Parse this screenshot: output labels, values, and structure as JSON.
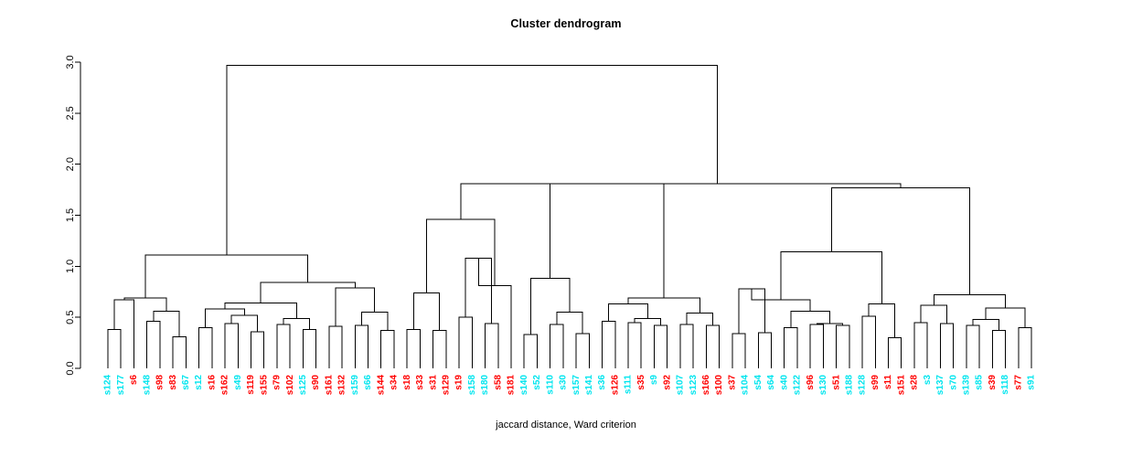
{
  "plot": {
    "title": "Cluster dendrogram",
    "xlabel": "jaccard distance, Ward criterion"
  },
  "chart_data": {
    "type": "dendrogram",
    "title": "Cluster dendrogram",
    "xlabel": "jaccard distance, Ward criterion",
    "ylabel": "",
    "ylim": [
      0.0,
      3.0
    ],
    "yticks": [
      "0.0",
      "0.5",
      "1.0",
      "1.5",
      "2.0",
      "2.5",
      "3.0"
    ],
    "ytick_values": [
      0.0,
      0.5,
      1.0,
      1.5,
      2.0,
      2.5,
      3.0
    ],
    "grid": false,
    "legend": "none",
    "label_colors": {
      "cyan": "#00e5ee",
      "red": "#ff0000"
    },
    "leaves": [
      {
        "label": "s124",
        "color": "cyan"
      },
      {
        "label": "s177",
        "color": "cyan"
      },
      {
        "label": "s6",
        "color": "red"
      },
      {
        "label": "s148",
        "color": "cyan"
      },
      {
        "label": "s98",
        "color": "red"
      },
      {
        "label": "s83",
        "color": "red"
      },
      {
        "label": "s67",
        "color": "cyan"
      },
      {
        "label": "s12",
        "color": "cyan"
      },
      {
        "label": "s16",
        "color": "red"
      },
      {
        "label": "s162",
        "color": "red"
      },
      {
        "label": "s49",
        "color": "cyan"
      },
      {
        "label": "s119",
        "color": "red"
      },
      {
        "label": "s155",
        "color": "red"
      },
      {
        "label": "s79",
        "color": "red"
      },
      {
        "label": "s102",
        "color": "red"
      },
      {
        "label": "s125",
        "color": "cyan"
      },
      {
        "label": "s90",
        "color": "red"
      },
      {
        "label": "s161",
        "color": "red"
      },
      {
        "label": "s132",
        "color": "red"
      },
      {
        "label": "s159",
        "color": "cyan"
      },
      {
        "label": "s66",
        "color": "cyan"
      },
      {
        "label": "s144",
        "color": "red"
      },
      {
        "label": "s34",
        "color": "red"
      },
      {
        "label": "s18",
        "color": "red"
      },
      {
        "label": "s33",
        "color": "red"
      },
      {
        "label": "s31",
        "color": "red"
      },
      {
        "label": "s129",
        "color": "red"
      },
      {
        "label": "s19",
        "color": "red"
      },
      {
        "label": "s158",
        "color": "cyan"
      },
      {
        "label": "s180",
        "color": "cyan"
      },
      {
        "label": "s58",
        "color": "red"
      },
      {
        "label": "s181",
        "color": "red"
      },
      {
        "label": "s140",
        "color": "cyan"
      },
      {
        "label": "s52",
        "color": "cyan"
      },
      {
        "label": "s110",
        "color": "cyan"
      },
      {
        "label": "s30",
        "color": "cyan"
      },
      {
        "label": "s157",
        "color": "cyan"
      },
      {
        "label": "s141",
        "color": "cyan"
      },
      {
        "label": "s36",
        "color": "cyan"
      },
      {
        "label": "s126",
        "color": "red"
      },
      {
        "label": "s111",
        "color": "cyan"
      },
      {
        "label": "s35",
        "color": "red"
      },
      {
        "label": "s9",
        "color": "cyan"
      },
      {
        "label": "s92",
        "color": "red"
      },
      {
        "label": "s107",
        "color": "cyan"
      },
      {
        "label": "s123",
        "color": "cyan"
      },
      {
        "label": "s166",
        "color": "red"
      },
      {
        "label": "s100",
        "color": "red"
      },
      {
        "label": "s37",
        "color": "red"
      },
      {
        "label": "s104",
        "color": "cyan"
      },
      {
        "label": "s54",
        "color": "cyan"
      },
      {
        "label": "s64",
        "color": "cyan"
      },
      {
        "label": "s40",
        "color": "cyan"
      },
      {
        "label": "s122",
        "color": "cyan"
      },
      {
        "label": "s96",
        "color": "red"
      },
      {
        "label": "s130",
        "color": "cyan"
      },
      {
        "label": "s51",
        "color": "red"
      },
      {
        "label": "s188",
        "color": "cyan"
      },
      {
        "label": "s128",
        "color": "cyan"
      },
      {
        "label": "s99",
        "color": "red"
      },
      {
        "label": "s11",
        "color": "red"
      },
      {
        "label": "s151",
        "color": "red"
      },
      {
        "label": "s28",
        "color": "red"
      },
      {
        "label": "s3",
        "color": "cyan"
      },
      {
        "label": "s137",
        "color": "cyan"
      },
      {
        "label": "s70",
        "color": "cyan"
      },
      {
        "label": "s139",
        "color": "cyan"
      },
      {
        "label": "s85",
        "color": "cyan"
      },
      {
        "label": "s39",
        "color": "red"
      },
      {
        "label": "s118",
        "color": "cyan"
      },
      {
        "label": "s77",
        "color": "red"
      },
      {
        "label": "s91",
        "color": "cyan"
      }
    ],
    "merges": [
      {
        "id": "m1",
        "a": "s124",
        "b": "s177",
        "height": 0.38
      },
      {
        "id": "m2",
        "a": "m1",
        "b": "s6",
        "height": 0.67
      },
      {
        "id": "m3",
        "a": "s148",
        "b": "s98",
        "height": 0.46
      },
      {
        "id": "m4",
        "a": "s83",
        "b": "s67",
        "height": 0.31
      },
      {
        "id": "m5",
        "a": "m3",
        "b": "m4",
        "height": 0.56
      },
      {
        "id": "m6",
        "a": "m2",
        "b": "m5",
        "height": 0.69
      },
      {
        "id": "m7",
        "a": "s12",
        "b": "s16",
        "height": 0.4
      },
      {
        "id": "m8",
        "a": "s162",
        "b": "s49",
        "height": 0.44
      },
      {
        "id": "m9",
        "a": "s119",
        "b": "s155",
        "height": 0.36
      },
      {
        "id": "m10",
        "a": "m8",
        "b": "m9",
        "height": 0.52
      },
      {
        "id": "m11",
        "a": "m7",
        "b": "m10",
        "height": 0.58
      },
      {
        "id": "m12",
        "a": "s79",
        "b": "s102",
        "height": 0.43
      },
      {
        "id": "m13",
        "a": "s125",
        "b": "s90",
        "height": 0.38
      },
      {
        "id": "m14",
        "a": "m12",
        "b": "m13",
        "height": 0.49
      },
      {
        "id": "m15",
        "a": "m11",
        "b": "m14",
        "height": 0.64
      },
      {
        "id": "m16",
        "a": "s161",
        "b": "s132",
        "height": 0.41
      },
      {
        "id": "m17",
        "a": "s159",
        "b": "s66",
        "height": 0.42
      },
      {
        "id": "m18",
        "a": "s144",
        "b": "s34",
        "height": 0.37
      },
      {
        "id": "m19",
        "a": "m17",
        "b": "m18",
        "height": 0.55
      },
      {
        "id": "m20",
        "a": "m16",
        "b": "m19",
        "height": 0.79
      },
      {
        "id": "m21",
        "a": "m15",
        "b": "m20",
        "height": 0.84
      },
      {
        "id": "m22",
        "a": "m6",
        "b": "m21",
        "height": 1.11
      },
      {
        "id": "m23",
        "a": "s18",
        "b": "s33",
        "height": 0.38
      },
      {
        "id": "m24",
        "a": "s31",
        "b": "s129",
        "height": 0.37
      },
      {
        "id": "m25",
        "a": "m23",
        "b": "m24",
        "height": 0.74
      },
      {
        "id": "m26",
        "a": "s19",
        "b": "s158",
        "height": 0.5
      },
      {
        "id": "m27",
        "a": "s180",
        "b": "s58",
        "height": 0.44
      },
      {
        "id": "m28",
        "a": "m26",
        "b": "m27",
        "height": 1.08
      },
      {
        "id": "m29",
        "a": "m28",
        "b": "s181",
        "height": 0.81
      },
      {
        "id": "m30",
        "a": "m25",
        "b": "m29",
        "height": 1.46
      },
      {
        "id": "m31",
        "a": "s140",
        "b": "s52",
        "height": 0.33
      },
      {
        "id": "m32",
        "a": "s110",
        "b": "s30",
        "height": 0.43
      },
      {
        "id": "m33",
        "a": "s157",
        "b": "s141",
        "height": 0.34
      },
      {
        "id": "m34",
        "a": "m32",
        "b": "m33",
        "height": 0.55
      },
      {
        "id": "m35",
        "a": "m31",
        "b": "m34",
        "height": 0.88
      },
      {
        "id": "m36",
        "a": "s36",
        "b": "s126",
        "height": 0.46
      },
      {
        "id": "m37",
        "a": "s111",
        "b": "s35",
        "height": 0.45
      },
      {
        "id": "m38",
        "a": "s9",
        "b": "s92",
        "height": 0.42
      },
      {
        "id": "m39",
        "a": "m37",
        "b": "m38",
        "height": 0.49
      },
      {
        "id": "m40",
        "a": "m36",
        "b": "m39",
        "height": 0.63
      },
      {
        "id": "m41",
        "a": "s107",
        "b": "s123",
        "height": 0.43
      },
      {
        "id": "m42",
        "a": "s166",
        "b": "s100",
        "height": 0.42
      },
      {
        "id": "m43",
        "a": "m41",
        "b": "m42",
        "height": 0.54
      },
      {
        "id": "m44",
        "a": "m40",
        "b": "m43",
        "height": 0.69
      },
      {
        "id": "m45",
        "a": "m35",
        "b": "m44",
        "height": 1.81
      },
      {
        "id": "m46",
        "a": "m30",
        "b": "m45",
        "height": 1.81
      },
      {
        "id": "m47",
        "a": "s37",
        "b": "s104",
        "height": 0.34
      },
      {
        "id": "m48",
        "a": "s54",
        "b": "s64",
        "height": 0.35
      },
      {
        "id": "m49",
        "a": "m47",
        "b": "m48",
        "height": 0.78
      },
      {
        "id": "m50",
        "a": "s40",
        "b": "s122",
        "height": 0.4
      },
      {
        "id": "m51",
        "a": "s96",
        "b": "s130",
        "height": 0.43
      },
      {
        "id": "m52",
        "a": "s51",
        "b": "s188",
        "height": 0.42
      },
      {
        "id": "m53",
        "a": "m51",
        "b": "m52",
        "height": 0.44
      },
      {
        "id": "m54",
        "a": "m50",
        "b": "m53",
        "height": 0.56
      },
      {
        "id": "m55",
        "a": "m49",
        "b": "m54",
        "height": 0.67
      },
      {
        "id": "m56",
        "a": "s128",
        "b": "s99",
        "height": 0.51
      },
      {
        "id": "m57",
        "a": "s11",
        "b": "s151",
        "height": 0.3
      },
      {
        "id": "m58",
        "a": "m56",
        "b": "m57",
        "height": 0.63
      },
      {
        "id": "m59",
        "a": "m55",
        "b": "m58",
        "height": 1.14
      },
      {
        "id": "m60",
        "a": "s28",
        "b": "s3",
        "height": 0.45
      },
      {
        "id": "m61",
        "a": "s137",
        "b": "s70",
        "height": 0.44
      },
      {
        "id": "m62",
        "a": "m60",
        "b": "m61",
        "height": 0.62
      },
      {
        "id": "m63",
        "a": "s139",
        "b": "s85",
        "height": 0.42
      },
      {
        "id": "m64",
        "a": "s39",
        "b": "s118",
        "height": 0.37
      },
      {
        "id": "m65",
        "a": "m63",
        "b": "m64",
        "height": 0.48
      },
      {
        "id": "m66",
        "a": "s77",
        "b": "s91",
        "height": 0.4
      },
      {
        "id": "m67",
        "a": "m65",
        "b": "m66",
        "height": 0.59
      },
      {
        "id": "m68",
        "a": "m62",
        "b": "m67",
        "height": 0.72
      },
      {
        "id": "m69",
        "a": "m59",
        "b": "m68",
        "height": 1.77
      },
      {
        "id": "m70",
        "a": "m46",
        "b": "m69",
        "height": 1.81
      },
      {
        "id": "m71",
        "a": "m22",
        "b": "m70",
        "height": 2.97
      }
    ]
  }
}
